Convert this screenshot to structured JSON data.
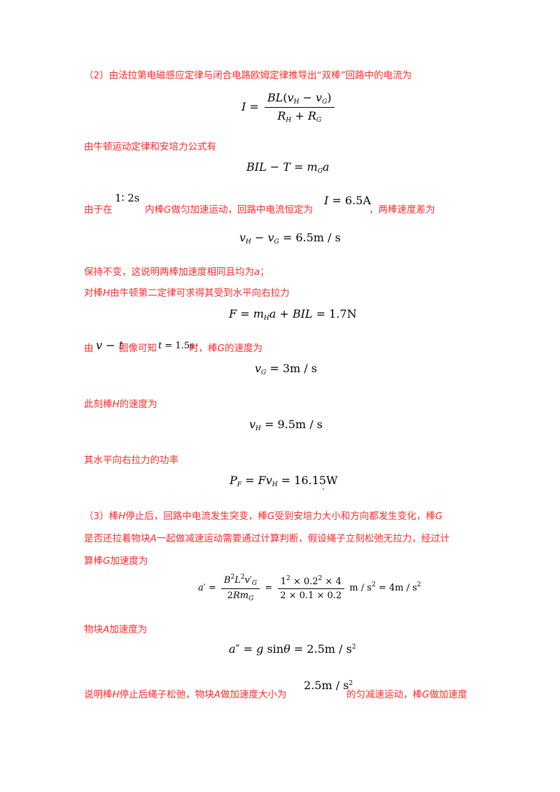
{
  "lines": {
    "l1": "（2）由法拉第电磁感应定律与闭合电路欧姆定律推导出“双棒”回路中的电流为",
    "l2": "由牛顿运动定律和安培力公式有",
    "l3a": "由于在",
    "l3b": "内棒",
    "l3c": "G",
    "l3d": "做匀加速运动，回路中电流恒定为",
    "l3e": "，两棒速度差为",
    "l4a": "保持不变，这说明两棒加速度相同且均为",
    "l4b": "a",
    "l4c": "；",
    "l5a": "对棒",
    "l5b": "H",
    "l5c": "由牛顿第二定律可求得其受到水平向右拉力",
    "l6a": "由",
    "l6b": "图像可知",
    "l6c": "时，棒",
    "l6d": "G",
    "l6e": "的速度为",
    "l7a": "此刻棒",
    "l7b": "H",
    "l7c": "的速度为",
    "l8": "其水平向右拉力的功率",
    "l9a": "（3）棒",
    "l9b": "H",
    "l9c": "停止后，回路中电流发生突变，棒",
    "l9d": "G",
    "l9e": "受到安培力大小和方向都发生变化，棒",
    "l9f": "G",
    "l10a": "是否还拉着物块",
    "l10b": "A",
    "l10c": "一起做减速运动需要通过计算判断，假设绳子立刻松弛无拉力，经过计",
    "l11a": "算棒",
    "l11b": "G",
    "l11c": "加速度为",
    "l12a": "物块",
    "l12b": "A",
    "l12c": "加速度为",
    "l13a": "说明棒",
    "l13b": "H",
    "l13c": "停止后绳子松弛，物块",
    "l13d": "A",
    "l13e": "做加速度大小为",
    "l13f": "的匀减速运动，棒",
    "l13g": "G",
    "l13h": "做加速度"
  },
  "equations": {
    "eq1": {
      "lhs": "I =",
      "num": "BL(v_H − v_G)",
      "den": "R_H + R_G"
    },
    "eq2": "BIL − T = m_G a",
    "eq3_time": "1∶ 2s",
    "eq3_current": "I = 6.5A",
    "eq4": "v_H − v_G = 6.5m / s",
    "eq5": "F = m_H a + BIL = 1.7N",
    "eq6_vt": "v − t",
    "eq6_t": "t = 1.5s",
    "eq7": "v_G = 3m / s",
    "eq8": "v_H = 9.5m / s",
    "eq9": "P_F = Fv_H = 16.15W",
    "eq10": {
      "lhs": "a′ =",
      "num1": "B²L²v′_G",
      "den1": "2Rm_G",
      "eq": "=",
      "num2": "1² × 0.2² × 4",
      "den2": "2 × 0.1 × 0.2",
      "rhs": "m / s² = 4m / s²"
    },
    "eq11": "a″ = g sinθ = 2.5m / s²",
    "eq12": "2.5m / s²"
  }
}
